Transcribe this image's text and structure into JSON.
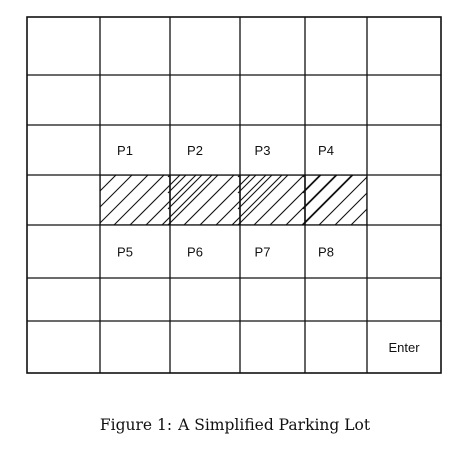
{
  "diagram": {
    "title": "A Simplified Parking Lot",
    "grid": {
      "rows": 7,
      "cols": 6
    },
    "spots": [
      {
        "label": "P1",
        "row": 2,
        "col": 1
      },
      {
        "label": "P2",
        "row": 2,
        "col": 2
      },
      {
        "label": "P3",
        "row": 2,
        "col": 3
      },
      {
        "label": "P4",
        "row": 2,
        "col": 4
      },
      {
        "label": "P5",
        "row": 4,
        "col": 1
      },
      {
        "label": "P6",
        "row": 4,
        "col": 2
      },
      {
        "label": "P7",
        "row": 4,
        "col": 3
      },
      {
        "label": "P8",
        "row": 4,
        "col": 4
      }
    ],
    "blocked_cells": [
      {
        "row": 3,
        "col": 1
      },
      {
        "row": 3,
        "col": 2
      },
      {
        "row": 3,
        "col": 3
      },
      {
        "row": 3,
        "col": 4
      }
    ],
    "entrance": {
      "label": "Enter",
      "row": 6,
      "col": 5
    }
  },
  "caption": {
    "prefix": "Figure 1:",
    "text": "A Simplified Parking Lot"
  }
}
